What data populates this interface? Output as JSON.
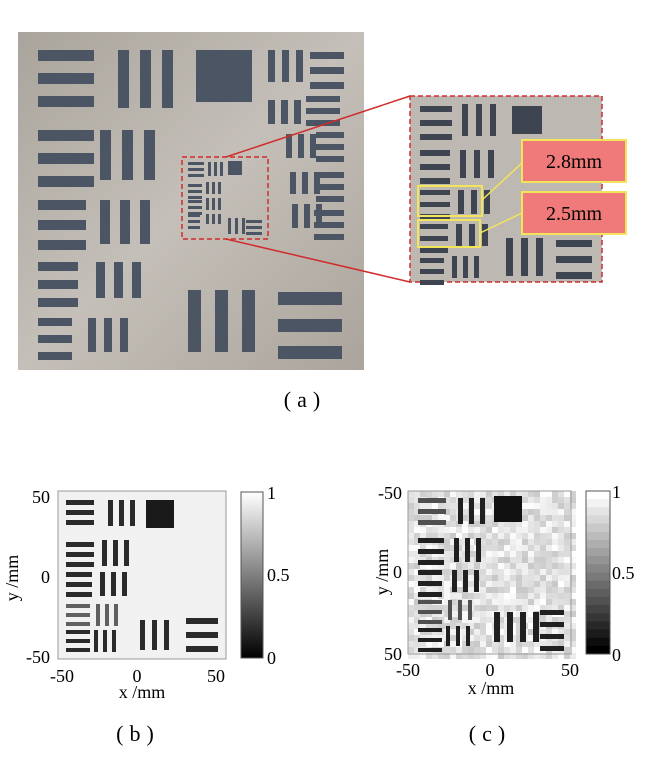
{
  "panel_a": {
    "caption": "(a)",
    "callouts": [
      "2.8mm",
      "2.5mm"
    ]
  },
  "panel_b": {
    "caption": "(b)",
    "x_ticks": [
      "-50",
      "0",
      "50"
    ],
    "y_ticks": [
      "50",
      "0",
      "-50"
    ],
    "xlabel": "x /mm",
    "ylabel": "y /mm",
    "colorbar_ticks": [
      "1",
      "0.5",
      "0"
    ]
  },
  "panel_c": {
    "caption": "(c)",
    "x_ticks": [
      "-50",
      "0",
      "50"
    ],
    "y_ticks": [
      "-50",
      "0",
      "50"
    ],
    "xlabel": "x /mm",
    "ylabel": "y /mm",
    "colorbar_ticks": [
      "1",
      "0.5",
      "0"
    ]
  },
  "colors": {
    "plate": "#b9b4ad",
    "slot": "#4b5563",
    "zoom_outline": "#d22b2b",
    "highlight_box": "#f2e55a",
    "callout_fill": "#f07a7a"
  }
}
